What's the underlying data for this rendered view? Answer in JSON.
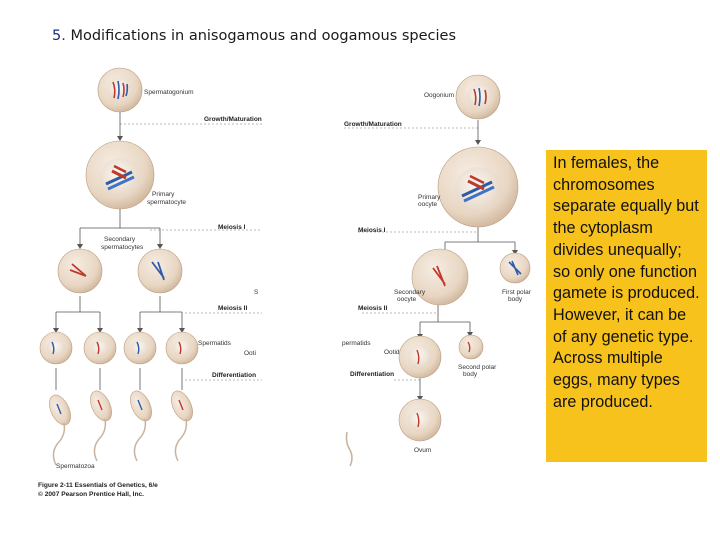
{
  "title": {
    "number": "5.",
    "text": "Modifications in anisogamous and oogamous species"
  },
  "male": {
    "spermatogonium": "Spermatogonium",
    "growth": "Growth/Maturation",
    "primary_1": "Primary",
    "primary_2": "spermatocyte",
    "meiosis1": "Meiosis I",
    "secondary_1": "Secondary",
    "secondary_2": "spermatocytes",
    "meiosis2": "Meiosis II",
    "spermatids": "Spermatids",
    "differentiation": "Differentiation",
    "spermatozoa": "Spermatozoa",
    "clipped_s": "S",
    "clipped_ooti": "Ooti"
  },
  "female": {
    "oogonium": "Oogonium",
    "growth": "Growth/Maturation",
    "primary_1": "Primary",
    "primary_2": "oocyte",
    "meiosis1": "Meiosis I",
    "secondary_1": "Secondary",
    "secondary_2": "oocyte",
    "first_polar_1": "First polar",
    "first_polar_2": "body",
    "meiosis2": "Meiosis II",
    "ootid": "Ootid",
    "second_polar_1": "Second polar",
    "second_polar_2": "body",
    "differentiation": "Differentiation",
    "ovum": "Ovum",
    "clipped_spermatids": "permatids"
  },
  "caption": {
    "line1": "Figure 2-11  Essentials of Genetics, 6/e",
    "line2": "© 2007 Pearson Prentice Hall, Inc."
  },
  "callout": {
    "text": "In females, the chromosomes separate equally but the cytoplasm divides unequally; so only one function gamete is produced. However, it can be of any genetic type. Across multiple eggs, many types are produced."
  },
  "colors": {
    "cell": "#ead9c6",
    "nucleus": "#f1e7dc",
    "callout_bg": "#f8c21c",
    "title_number": "#1a2e7a"
  }
}
